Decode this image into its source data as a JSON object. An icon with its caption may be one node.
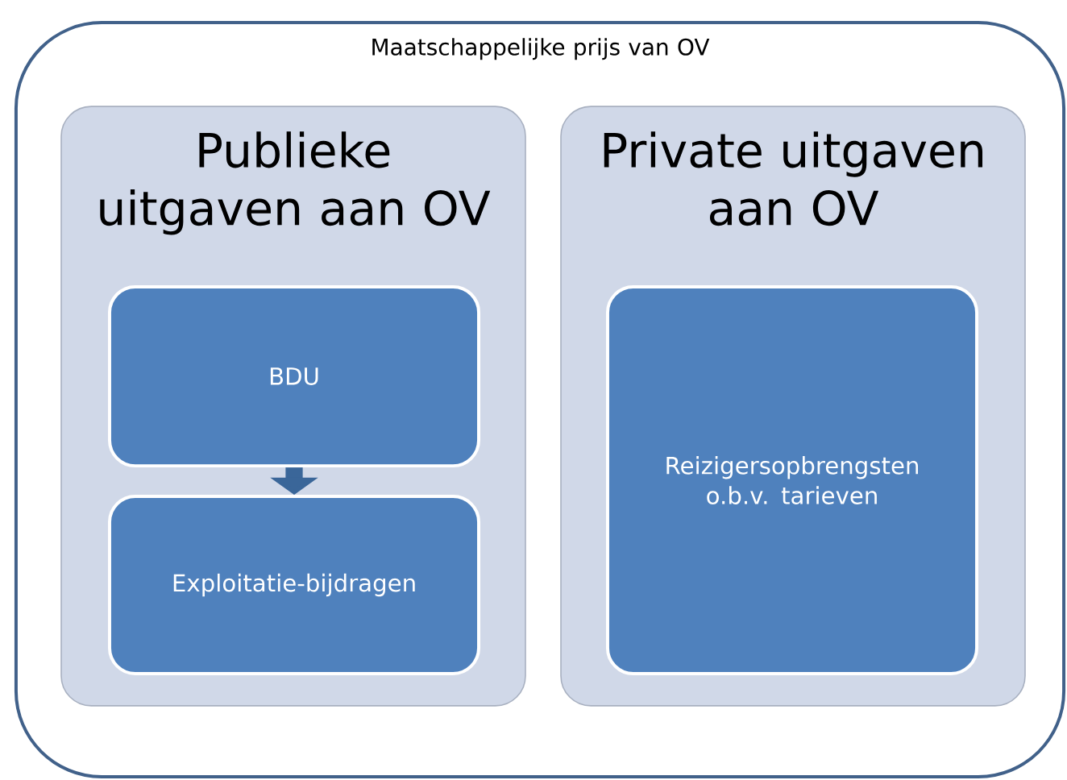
{
  "diagram": {
    "nodes": [
      {
        "text": [
          "Maatschappelijke prijs van OV"
        ]
      },
      {
        "text": [
          "Publieke uitgaven aan OV"
        ],
        "in": 0
      },
      {
        "text": [
          "BDU"
        ],
        "in": 1
      },
      {
        "text": [
          "Exploitatie-bijdragen"
        ],
        "in": 1
      },
      {
        "text": [
          "Private uitgaven aan OV"
        ],
        "in": 0
      },
      {
        "text": [
          "Reizigersopbrengsten o.b.v. tarieven"
        ],
        "in": 4
      }
    ],
    "edges": [
      {
        "from": 2,
        "to": 3,
        "arrow": "to"
      }
    ]
  }
}
